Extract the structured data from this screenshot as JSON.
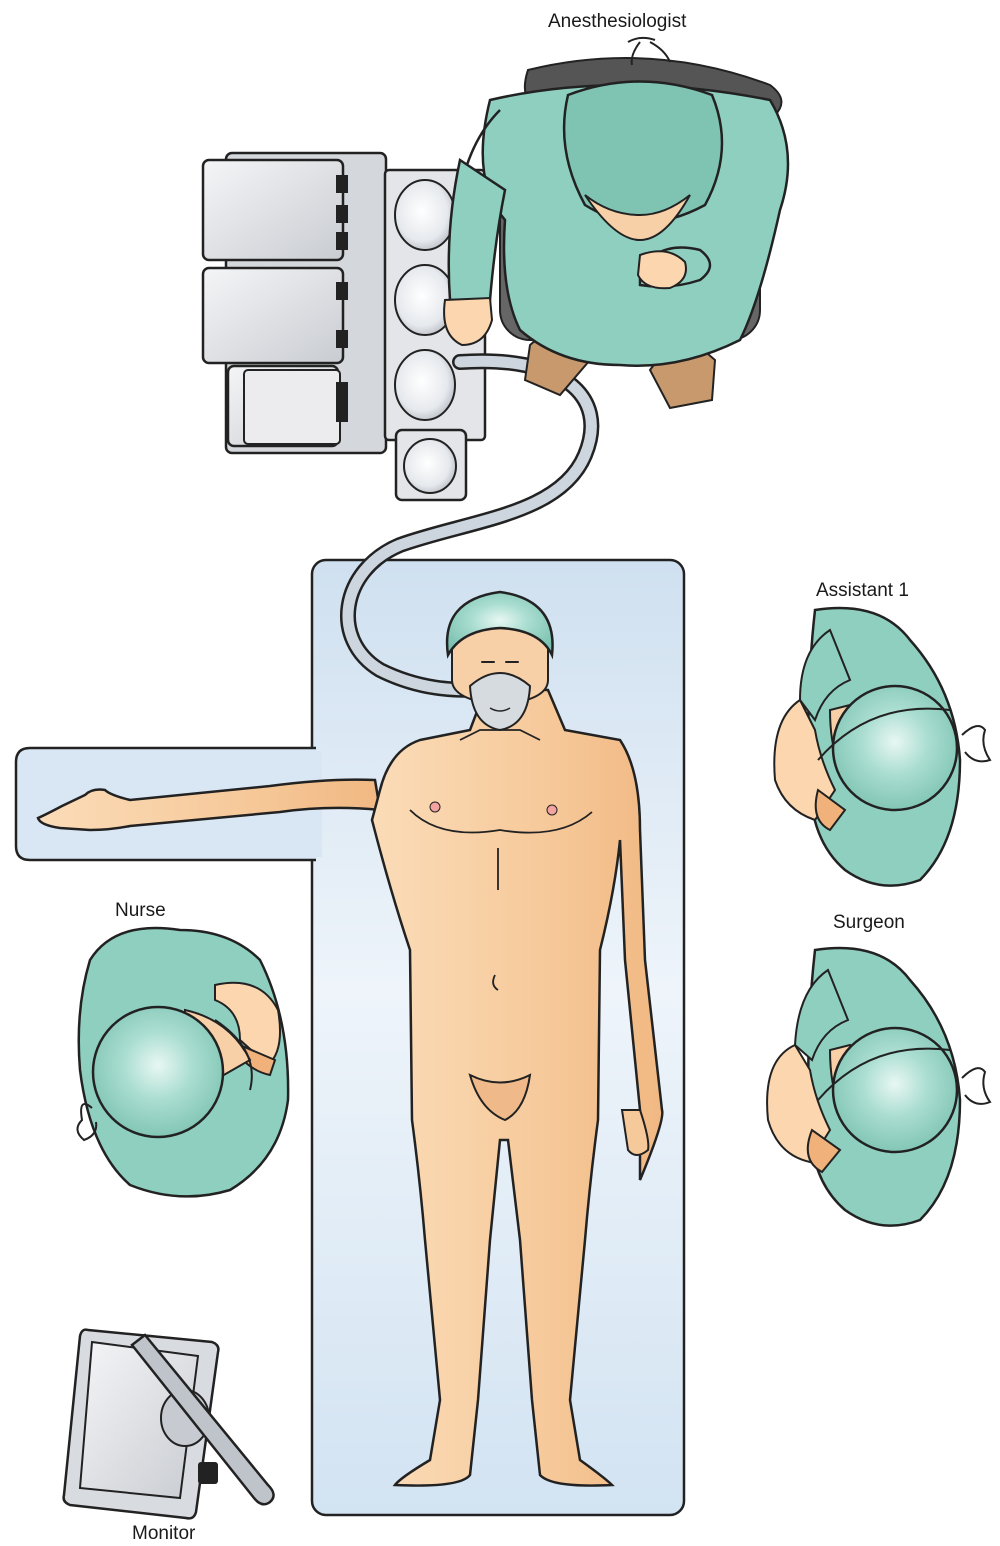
{
  "labels": {
    "anesthesiologist": "Anesthesiologist",
    "assistant": "Assistant 1",
    "surgeon": "Surgeon",
    "nurse": "Nurse",
    "monitor": "Monitor"
  },
  "colors": {
    "gown": "#8fcfc0",
    "gown_shadow": "#6fb7a6",
    "cap": "#9ed7ca",
    "skin": "#f6c99a",
    "skin_light": "#fce3c6",
    "table": "#d3e4f2",
    "table_light": "#eef4fa",
    "machine": "#dfe1e4",
    "outline": "#222222",
    "tube": "#c9d2dc",
    "floor_shoe": "#c7996d"
  }
}
